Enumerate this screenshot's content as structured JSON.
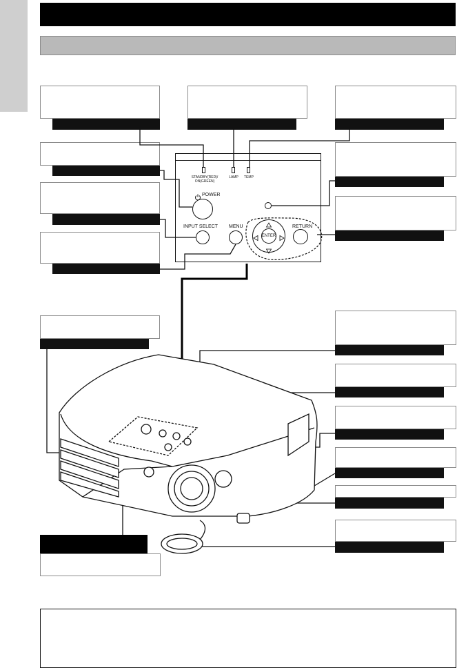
{
  "control_panel": {
    "led_standby": "STANDBY(RED)/",
    "led_standby_2": "ON(GREEN)",
    "led_lamp": "LAMP",
    "led_temp": "TEMP",
    "power_label": "POWER",
    "input_select_label": "INPUT SELECT",
    "menu_label": "MENU",
    "return_label": "RETURN",
    "enter_label": "ENTER"
  },
  "icons": {
    "power": "power-icon",
    "arrows": [
      "arrow-up-icon",
      "arrow-down-icon",
      "arrow-left-icon",
      "arrow-right-icon"
    ]
  }
}
